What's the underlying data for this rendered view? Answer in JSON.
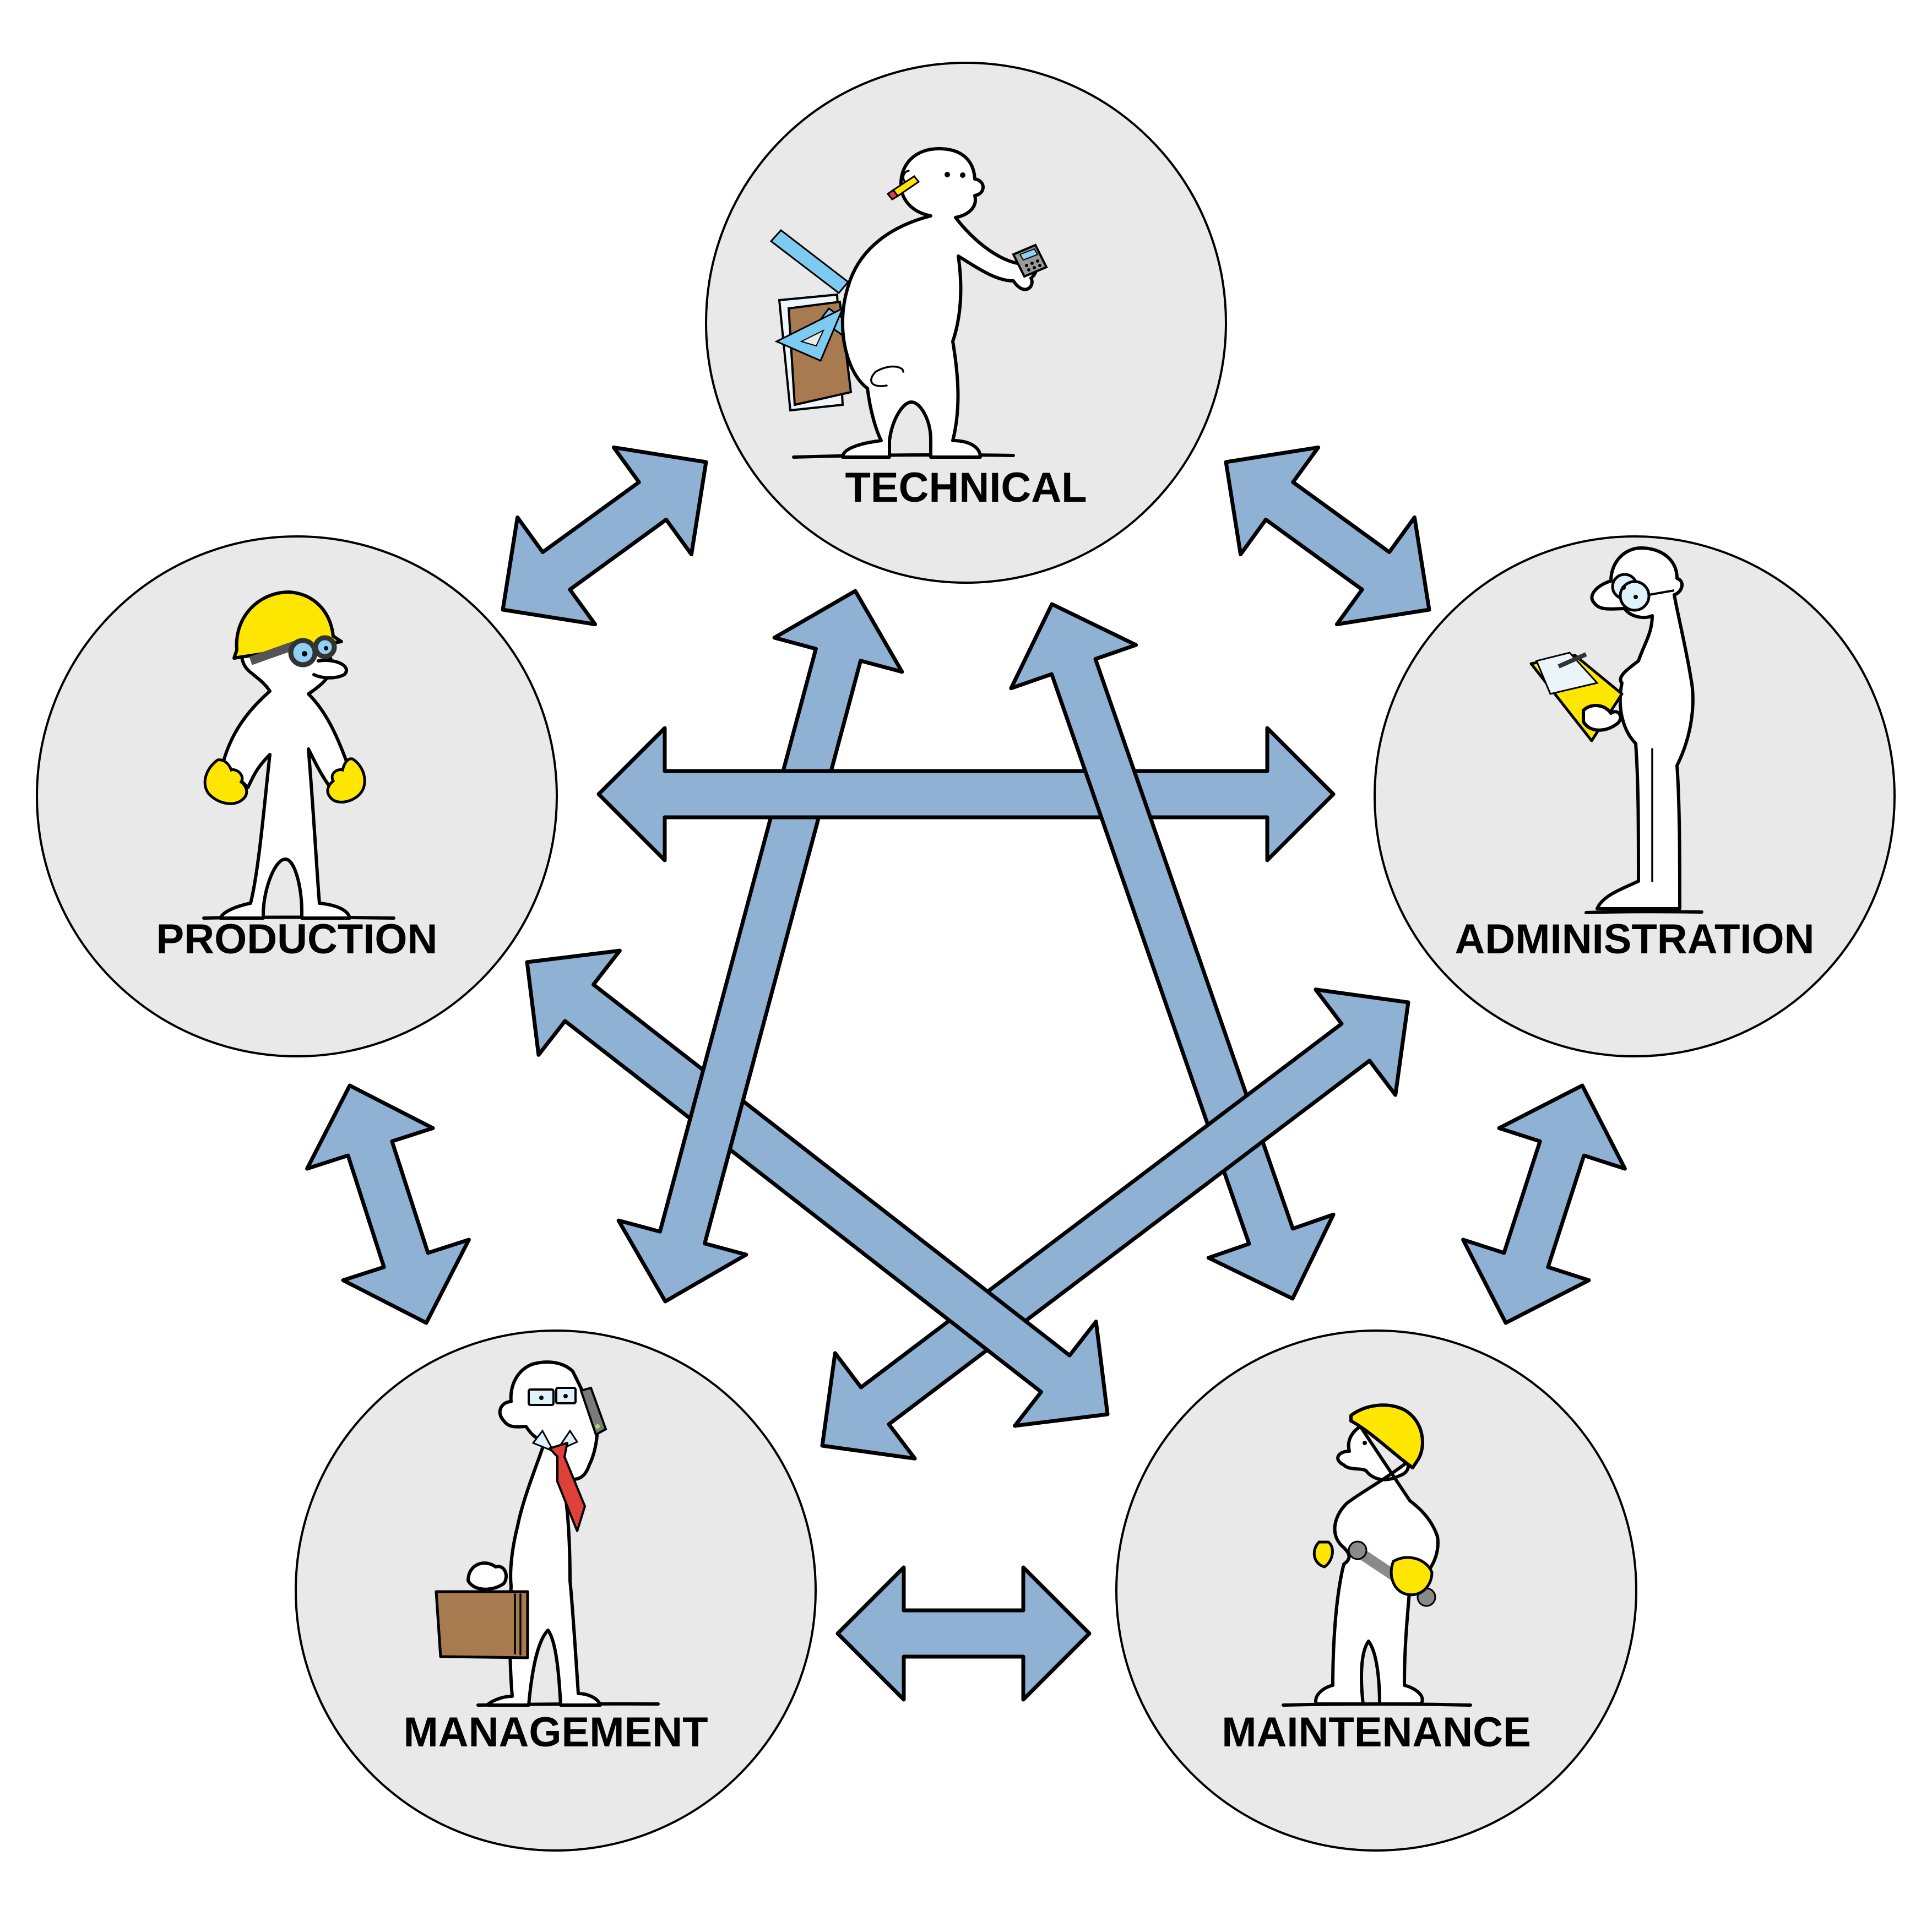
{
  "diagram": {
    "type": "interdepartmental communication network",
    "colors": {
      "arrow_fill": "#8fb1d4",
      "arrow_stroke": "#000000",
      "node_fill": "#e9e9e9",
      "node_stroke": "#000000",
      "accent_yellow": "#ffe600",
      "tie_red": "#e0403a",
      "briefcase_brown": "#a87a4f",
      "ruler_blue": "#7ecbf2"
    },
    "nodes": [
      {
        "id": "technical",
        "label": "TECHNICAL",
        "figure": "engineer-with-rulers-and-calculator",
        "props": [
          "pencil-icon",
          "ruler-icon",
          "set-square-icon",
          "clipboard-icon",
          "calculator-icon"
        ]
      },
      {
        "id": "production",
        "label": "PRODUCTION",
        "figure": "worker-with-hard-hat-goggles-gloves",
        "props": [
          "hard-hat-icon",
          "goggles-icon",
          "gloves-icon"
        ]
      },
      {
        "id": "administration",
        "label": "ADMINISTRATION",
        "figure": "clerk-reading-book",
        "props": [
          "glasses-icon",
          "book-icon",
          "pen-icon"
        ]
      },
      {
        "id": "management",
        "label": "MANAGEMENT",
        "figure": "manager-on-phone-with-briefcase",
        "props": [
          "glasses-icon",
          "phone-icon",
          "tie-icon",
          "briefcase-icon"
        ]
      },
      {
        "id": "maintenance",
        "label": "MAINTENANCE",
        "figure": "mechanic-with-wrench",
        "props": [
          "hard-hat-icon",
          "gloves-icon",
          "wrench-icon"
        ]
      }
    ],
    "connections": [
      {
        "id": "technical-production",
        "from": "technical",
        "to": "production",
        "direction": "bidirectional"
      },
      {
        "id": "technical-administration",
        "from": "technical",
        "to": "administration",
        "direction": "bidirectional"
      },
      {
        "id": "production-management",
        "from": "production",
        "to": "management",
        "direction": "bidirectional"
      },
      {
        "id": "administration-maintenance",
        "from": "administration",
        "to": "maintenance",
        "direction": "bidirectional"
      },
      {
        "id": "management-maintenance",
        "from": "management",
        "to": "maintenance",
        "direction": "bidirectional"
      },
      {
        "id": "technical-management",
        "from": "technical",
        "to": "management",
        "direction": "bidirectional"
      },
      {
        "id": "production-administration",
        "from": "production",
        "to": "administration",
        "direction": "bidirectional"
      },
      {
        "id": "technical-maintenance",
        "from": "technical",
        "to": "maintenance",
        "direction": "bidirectional"
      },
      {
        "id": "administration-management",
        "from": "administration",
        "to": "management",
        "direction": "bidirectional"
      },
      {
        "id": "production-maintenance",
        "from": "production",
        "to": "maintenance",
        "direction": "bidirectional"
      }
    ]
  }
}
